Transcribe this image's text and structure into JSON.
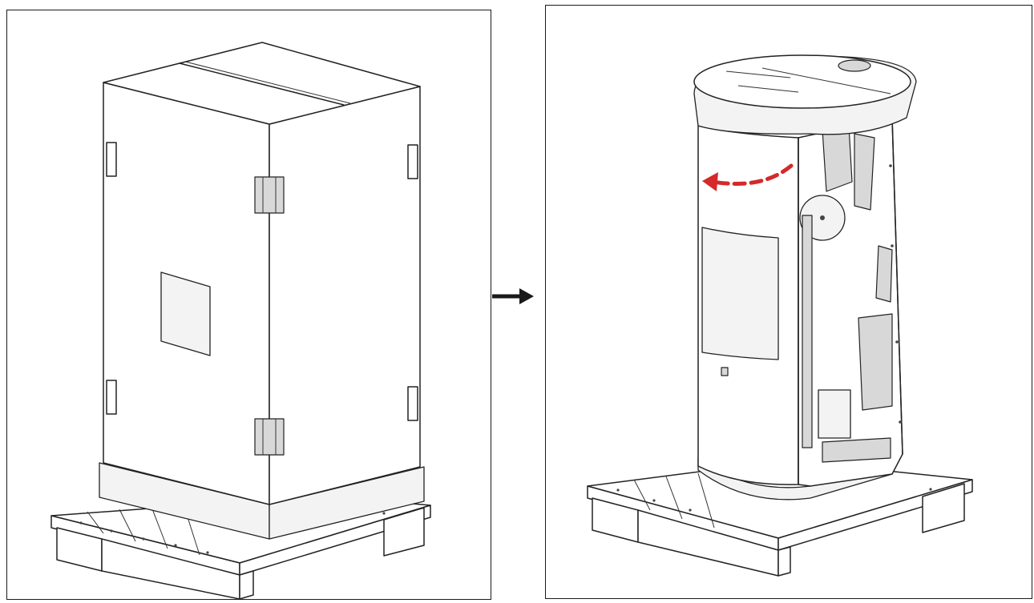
{
  "figure": {
    "panels": [
      {
        "id": "left",
        "depicts": "packaged-stove-box-on-pallet"
      },
      {
        "id": "right",
        "depicts": "unpacked-stove-side-panel-removal"
      }
    ],
    "step_arrow": {
      "icon": "right-arrow-icon",
      "color": "#1a1a1a"
    },
    "rotation_arrow": {
      "icon": "curved-dashed-arrow-icon",
      "color": "#d42a2a",
      "direction": "counterclockwise"
    },
    "line_color": "#222222",
    "background": "#ffffff"
  }
}
